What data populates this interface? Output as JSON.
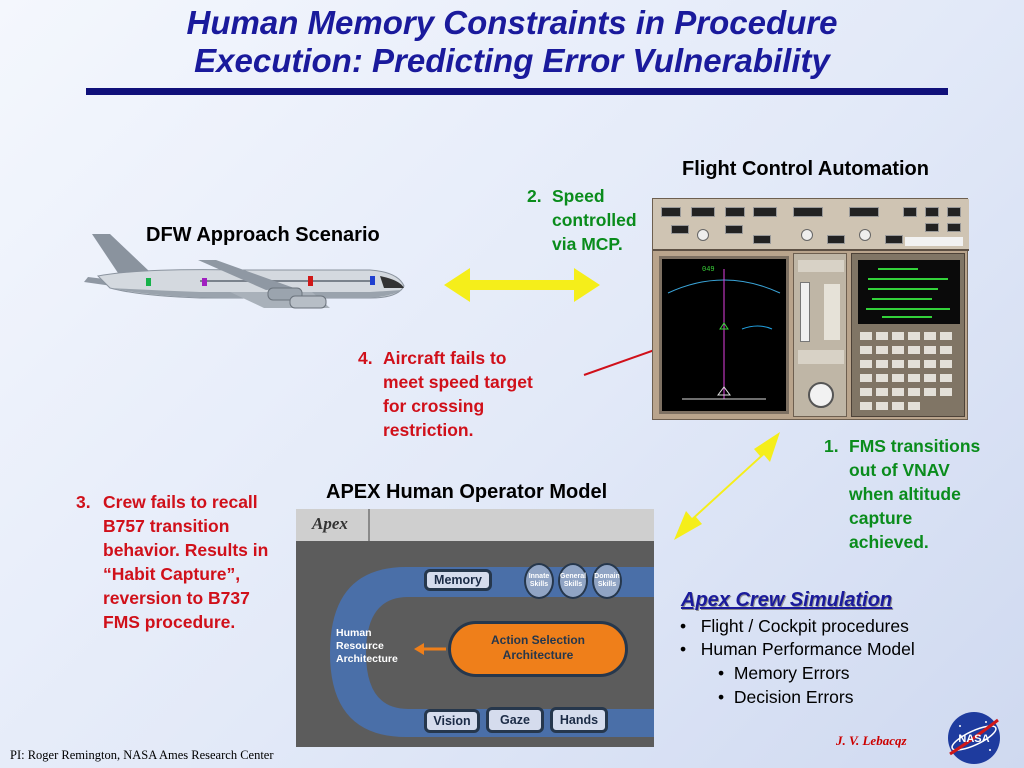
{
  "title": {
    "line1": "Human Memory Constraints in Procedure",
    "line2": "Execution: Predicting Error Vulnerability"
  },
  "labels": {
    "scenario": "DFW Approach Scenario",
    "automation": "Flight Control Automation",
    "apex_model": "APEX Human Operator Model"
  },
  "items": [
    {
      "num": "1.",
      "lines": [
        "FMS transitions",
        "out of VNAV",
        "when altitude",
        "capture",
        "achieved."
      ]
    },
    {
      "num": "2.",
      "lines": [
        "Speed",
        "controlled",
        "via MCP."
      ]
    },
    {
      "num": "3.",
      "lines": [
        "Crew fails to recall",
        "B757 transition",
        "behavior. Results in",
        "“Habit Capture”,",
        "reversion to B737",
        "FMS procedure."
      ]
    },
    {
      "num": "4.",
      "lines": [
        "Aircraft fails to",
        "meet speed target",
        "for crossing",
        "restriction."
      ]
    }
  ],
  "apex": {
    "logo": "Apex",
    "memory": "Memory",
    "skills": [
      "Innate Skills",
      "General Skills",
      "Domain Skills"
    ],
    "action_line1": "Action Selection",
    "action_line2": "Architecture",
    "hra": [
      "Human",
      "Resource",
      "Architecture"
    ],
    "vision": "Vision",
    "gaze": "Gaze",
    "hands": "Hands"
  },
  "simulation": {
    "title": "Apex Crew Simulation",
    "bullets": [
      "Flight / Cockpit procedures",
      "Human Performance Model"
    ],
    "sub_bullets": [
      "Memory Errors",
      "Decision Errors"
    ]
  },
  "footer": {
    "pi": "PI:  Roger Remington, NASA Ames Research Center",
    "author": "J. V. Lebacqz"
  },
  "logo_text": "NASA",
  "colors": {
    "title": "#1a1a9c",
    "green_text": "#0a8c1c",
    "red_text": "#d0101a",
    "arrow_yellow": "#f5ee1a",
    "action_orange": "#ef7f1a"
  }
}
